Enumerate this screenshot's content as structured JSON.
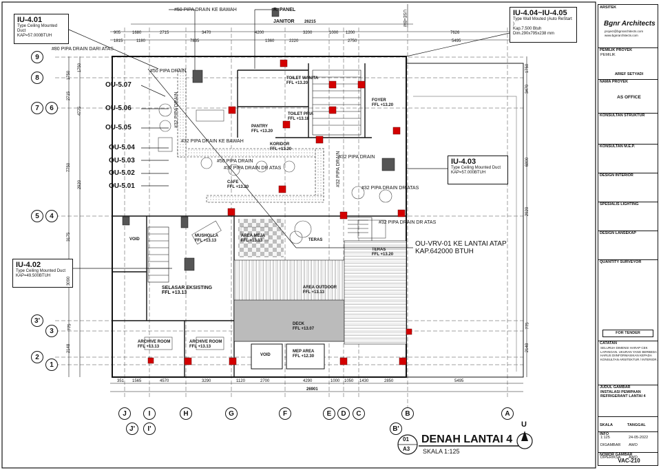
{
  "title_block": {
    "architect_label": "ARSITEK",
    "architect_name": "Bgnr Architects",
    "architect_contact": "project@bgnrarchitects.com",
    "architect_web": "www.bgnrarchitects.com",
    "owner_label": "PEMILIK PROYEK",
    "owner_value": "PEMILIK",
    "owner_person": "ARIEF SETYADI",
    "project_label": "NAMA PROYEK",
    "project_name": "AS OFFICE",
    "structure_label": "KONSULTAN STRUKTUR",
    "mep_label": "KONSULTAN M.E.P.",
    "interior_label": "DESIGN INTERIOR",
    "lighting_label": "SPESIALIS LIGHTING",
    "landscape_label": "DESIGN LANSEKAP",
    "qs_label": "QUANTITY SURVEYOR",
    "status": "FOR TENDER",
    "notes_label": "CATATAN",
    "notes_text": "SELURUH DIMENSI HARAP CEK LAPANGAN. UKURAN YANG BERBEDA HARUS DIINFORMASIKAN KEPADA KONSULTAN ARSITEKTUR / INTERIOR.",
    "drawing_title_label": "JUDUL GAMBAR",
    "drawing_title_line1": "INSTALASI PEMIPAAN",
    "drawing_title_line2": "REFRIGERANT LANTAI 4",
    "scale_label": "SKALA",
    "date_label": "TANGGAL",
    "scale_value": "1:125",
    "date_value": "24-05-2022",
    "info_label": "INFO",
    "drawn_label": "DIGAMBAR",
    "drawn_value": "AWO",
    "checked_label": "DIPERIKSA",
    "checked_value": "AWO",
    "sheet_label": "NOMOR GAMBAR",
    "sheet_value": "VAC-210"
  },
  "callouts": {
    "iu401": {
      "title": "IU-4.01",
      "line1": "Type Ceiling Mounted Duct",
      "line2": "KAP=57.000BTUH"
    },
    "iu402": {
      "title": "IU-4.02",
      "line1": "Type Ceiling Mounted Duct",
      "line2": "KAP=49.500BTUH"
    },
    "iu403": {
      "title": "IU-4.03",
      "line1": "Type Ceiling Mounted Duct",
      "line2": "KAP=57.000BTUH"
    },
    "iu404": {
      "title": "IU-4.04~IU-4.05",
      "line1": "Type Wall Mouted (Auto ReStart )",
      "line2": "Kap.7.500 Btuh",
      "line3": "Dim.290x795x238 mm"
    }
  },
  "ou_labels": [
    "OU-5.07",
    "OU-5.06",
    "OU-5.05",
    "OU-5.04",
    "OU-5.03",
    "OU-5.02",
    "OU-5.01"
  ],
  "vrv": {
    "line1": "OU-VRV-01 KE LANTAI ATAP",
    "line2": "KAP.642000 BTUH"
  },
  "pipe_labels": {
    "p50_bawah": "#50 PIPA DRAIN KE BAWAH",
    "p80_atas": "#80 PIPA DRAIN DARI ATAS",
    "p50_drain": "#50 PIPA DRAIN",
    "p32_bawah": "#32 PIPA DRAIN KE BAWAH",
    "p32_drain_v": "#32 PIPA DRAIN",
    "p50_drain_mid": "#50 PIPA DRAIN",
    "p32_dr_atas": "#32 PIPA DRAIN DR ATAS",
    "p32_drain_r": "#32 PIPA DRAIN",
    "p32_drain_r2": "#32 PIPA DRAIN",
    "p32_dr_atas_r": "#32 PIPA DRAIN DR ATAS",
    "p32_dr_atas_r2": "#32 PIPA DRAIN DR ATAS",
    "panel": "R. PANEL",
    "janitor": "JANITOR"
  },
  "rooms": [
    {
      "name": "TOILET WANITA",
      "ffl": "FFL +13.20"
    },
    {
      "name": "TOILET PRIA",
      "ffl": "FFL +13.18"
    },
    {
      "name": "FOYER",
      "ffl": "FFL +13.20"
    },
    {
      "name": "PANTRY",
      "ffl": "FFL +13.20"
    },
    {
      "name": "KORIDOR",
      "ffl": "FFL +13.20"
    },
    {
      "name": "CAFE",
      "ffl": "FFL +13.20"
    },
    {
      "name": "MUSHOLLA",
      "ffl": "FFL +13.13"
    },
    {
      "name": "AREA MEJA",
      "ffl": "FFL +13.13"
    },
    {
      "name": "TERAS",
      "ffl": ""
    },
    {
      "name": "TERAS",
      "ffl": "FFL +13.20"
    },
    {
      "name": "SELASAR EKSISTING",
      "ffl": "FFL +13.13"
    },
    {
      "name": "AREA OUTDOOR",
      "ffl": "FFL +13.13"
    },
    {
      "name": "DECK",
      "ffl": "FFL +13.07"
    },
    {
      "name": "ARCHIVE ROOM",
      "ffl": "FFL +13.13"
    },
    {
      "name": "ARCHIVE ROOM",
      "ffl": "FFL +13.13"
    },
    {
      "name": "VOID",
      "ffl": ""
    },
    {
      "name": "VOID",
      "ffl": ""
    },
    {
      "name": "MEP AREA",
      "ffl": "FFL +12.30"
    }
  ],
  "grid_rows": [
    "9",
    "8",
    "7",
    "6",
    "5",
    "4",
    "3'",
    "3",
    "2",
    "1"
  ],
  "grid_cols": [
    "J",
    "I",
    "H",
    "G",
    "F",
    "E",
    "D",
    "C",
    "B'",
    "B",
    "A"
  ],
  "grid_cols_sub": [
    "J'",
    "I'"
  ],
  "dims_top1": [
    "905",
    "1680",
    "2715",
    "3470",
    "4200",
    "3200",
    "1000",
    "1200",
    "7626"
  ],
  "dims_top2": [
    "1815",
    "1180",
    "7835",
    "1360",
    "2220",
    "2750",
    "5495"
  ],
  "dim_top_total": "26215",
  "dims_bottom": [
    "351",
    "1565",
    "4570",
    "3290",
    "1120",
    "2700",
    "4290",
    "1000",
    "1050",
    "1430",
    "2850",
    "5495"
  ],
  "dim_bottom_total": "26901",
  "dims_left": [
    "1750",
    "2715",
    "4775",
    "7750",
    "2920",
    "3175",
    "3090",
    "775",
    "2148",
    "1750"
  ],
  "dims_right": [
    "1750",
    "3470",
    "6800",
    "2920",
    "775",
    "2148"
  ],
  "plan_title": "DENAH LANTAI 4",
  "plan_scale": "SKALA 1:125",
  "plan_number": "01",
  "plan_sheet": "A3",
  "north": "U",
  "vertical_text": "USE=BM"
}
